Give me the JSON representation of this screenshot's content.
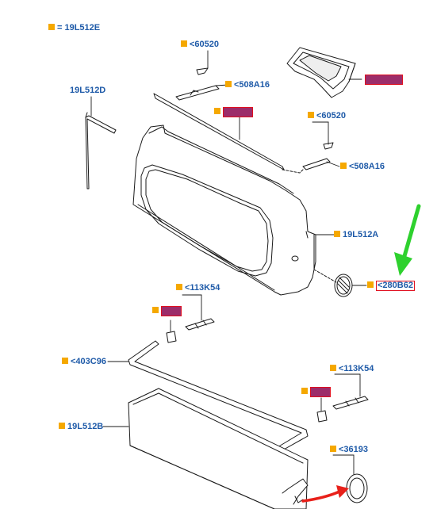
{
  "legend": {
    "text": "= 19L512E"
  },
  "labels": {
    "p60520_top": "<60520",
    "p508a16_top": "<508A16",
    "p19l512d": "19L512D",
    "p60520_right": "<60520",
    "p508a16_right": "<508A16",
    "p19l512a": "19L512A",
    "p280b62": "<280B62",
    "p113k54_left": "<113K54",
    "p403c96": "<403C96",
    "p113k54_right": "<113K54",
    "p19l512b": "19L512B",
    "p36193": "<36193"
  },
  "colors": {
    "label": "#1e5aa8",
    "bullet": "#f5a800",
    "highlight_border": "#e01020",
    "redaction": "#9c2d6a",
    "arrow_green": "#2ed12e",
    "arrow_red": "#e8201a"
  },
  "icons": {
    "bullet": "square-bullet-icon",
    "pointer": "green-arrow-icon",
    "curved": "red-curved-arrow-icon"
  }
}
